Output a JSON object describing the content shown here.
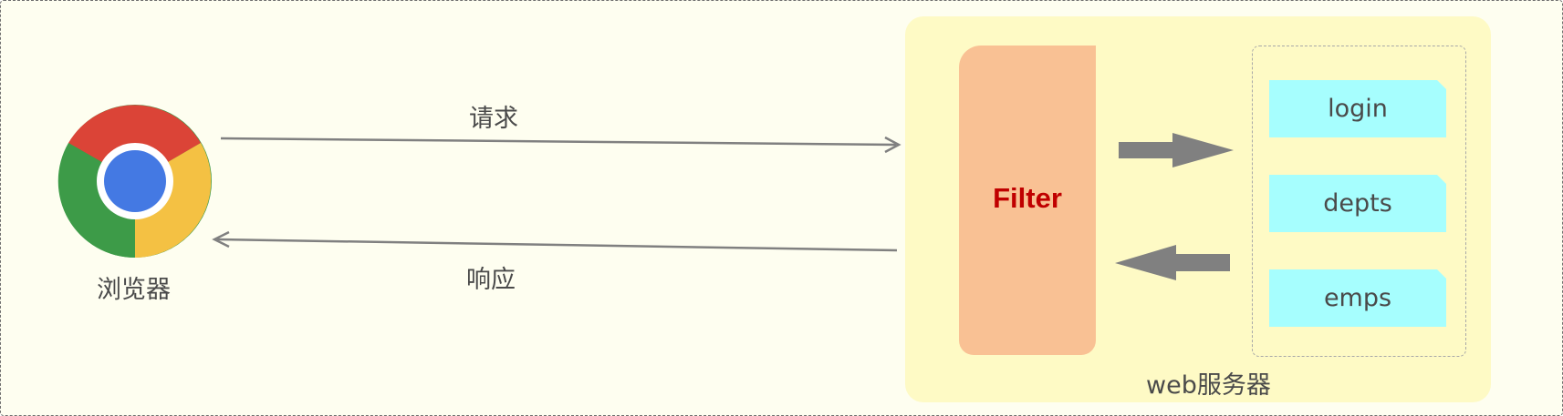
{
  "browser": {
    "label": "浏览器",
    "icon": "chrome-browser-icon"
  },
  "arrows": {
    "request_label": "请求",
    "response_label": "响应"
  },
  "server": {
    "label": "web服务器",
    "filter_label": "Filter",
    "resources": [
      "login",
      "depts",
      "emps"
    ]
  },
  "colors": {
    "background": "#fefef0",
    "server_bg": "#fefac5",
    "filter_fill": "#f9c194",
    "filter_text": "#c00000",
    "resource_fill": "#a6fefe",
    "arrow": "#808080"
  }
}
